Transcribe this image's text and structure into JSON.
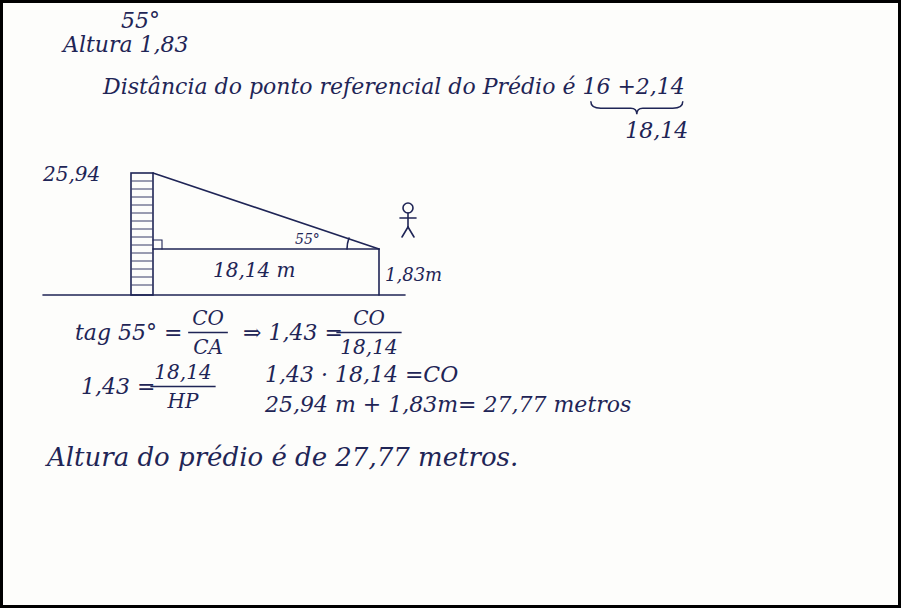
{
  "diagram": {
    "labels": [
      "55°",
      "Altura 1,83",
      "Distância do ponto referencial do Prédio é 16 +2,14",
      "18,14",
      "25,94",
      "55°",
      "18,14 m",
      "1,83m",
      "tag 55° =",
      "CO",
      "CA",
      "⇒ 1,43 =",
      "CO",
      "18,14",
      "1,43 =",
      "18,14",
      "HP",
      "1,43 · 18,14 =CO",
      "25,94 m + 1,83m= 27,77 metros",
      "Altura do prédio é de 27,77 metros."
    ]
  }
}
